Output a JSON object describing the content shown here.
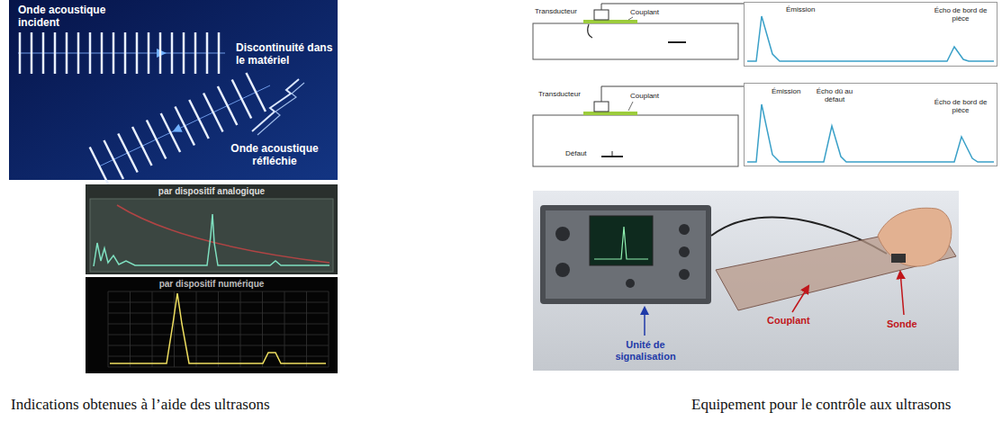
{
  "diagram": {
    "nodes": [
      {
        "text": [
          "Onde acoustique incident",
          "Discontinuité dans le matériel",
          "Onde acoustique réfléchie"
        ]
      },
      {
        "text": [
          "Émission",
          "Écho de bord de pièce"
        ]
      },
      {
        "text": [
          "Émission",
          "Écho dû au défaut",
          "Écho de bord de pièce"
        ]
      },
      {
        "text": [
          "par dispositif analogique"
        ]
      },
      {
        "text": [
          "par dispositif numérique"
        ]
      }
    ],
    "labels": [
      "Transducteur",
      "Couplant",
      "Transducteur",
      "Couplant",
      "Défaut",
      "Unité de signalisation",
      "Couplant",
      "Sonde",
      "Indications obtenues à l’aide des ultrasons",
      "Equipement pour le contrôle aux ultrasons"
    ]
  }
}
